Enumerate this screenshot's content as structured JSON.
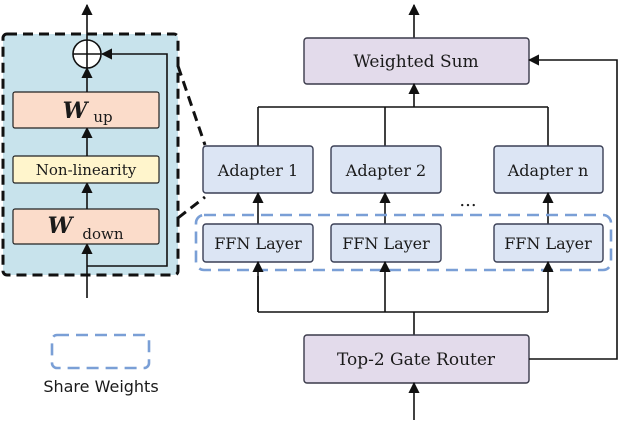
{
  "colors": {
    "purple_fill": "#e3dbeb",
    "purple_stroke": "#3a3a4a",
    "blue_fill": "#dce5f4",
    "blue_stroke": "#3a3f55",
    "panel_fill": "#c8e3ec",
    "peach_fill": "#fbdcca",
    "yellow_fill": "#fff5cc",
    "dash_blue": "#7a9fd6",
    "line": "#111111"
  },
  "left_panel": {
    "w_up": {
      "symbol": "W",
      "subscript": "up"
    },
    "nonlinearity": "Non-linearity",
    "w_down": {
      "symbol": "W",
      "subscript": "down"
    }
  },
  "main": {
    "weighted_sum": "Weighted Sum",
    "adapters": [
      "Adapter 1",
      "Adapter 2",
      "Adapter n"
    ],
    "ffn_layers": [
      "FFN Layer",
      "FFN Layer",
      "FFN Layer"
    ],
    "ellipsis": "...",
    "router": "Top-2 Gate Router"
  },
  "legend": {
    "share_weights": "Share Weights"
  }
}
